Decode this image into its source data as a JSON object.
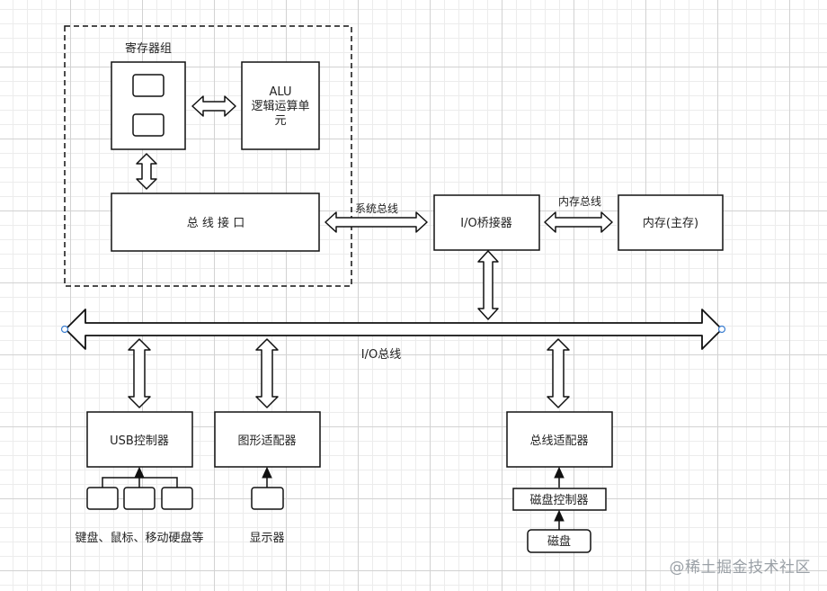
{
  "labels": {
    "register_group": "寄存器组",
    "alu_line1": "ALU",
    "alu_line2": "逻辑运算单",
    "alu_line3": "元",
    "bus_interface": "总 线 接 口",
    "system_bus": "系统总线",
    "io_bridge": "I/O桥接器",
    "memory_bus": "内存总线",
    "memory": "内存(主存)",
    "io_bus": "I/O总线",
    "usb_controller": "USB控制器",
    "graphics_adapter": "图形适配器",
    "bus_adapter": "总线适配器",
    "disk_controller": "磁盘控制器",
    "disk": "磁盘",
    "usb_devices": "键盘、鼠标、移动硬盘等",
    "display": "显示器"
  },
  "watermark": "@稀土掘金技术社区",
  "colors": {
    "stroke": "#111111",
    "arrow_fill": "#ffffff",
    "handle": "#3c7fd1",
    "grid_major": "#d2d2d2",
    "grid_minor": "#ececec"
  }
}
